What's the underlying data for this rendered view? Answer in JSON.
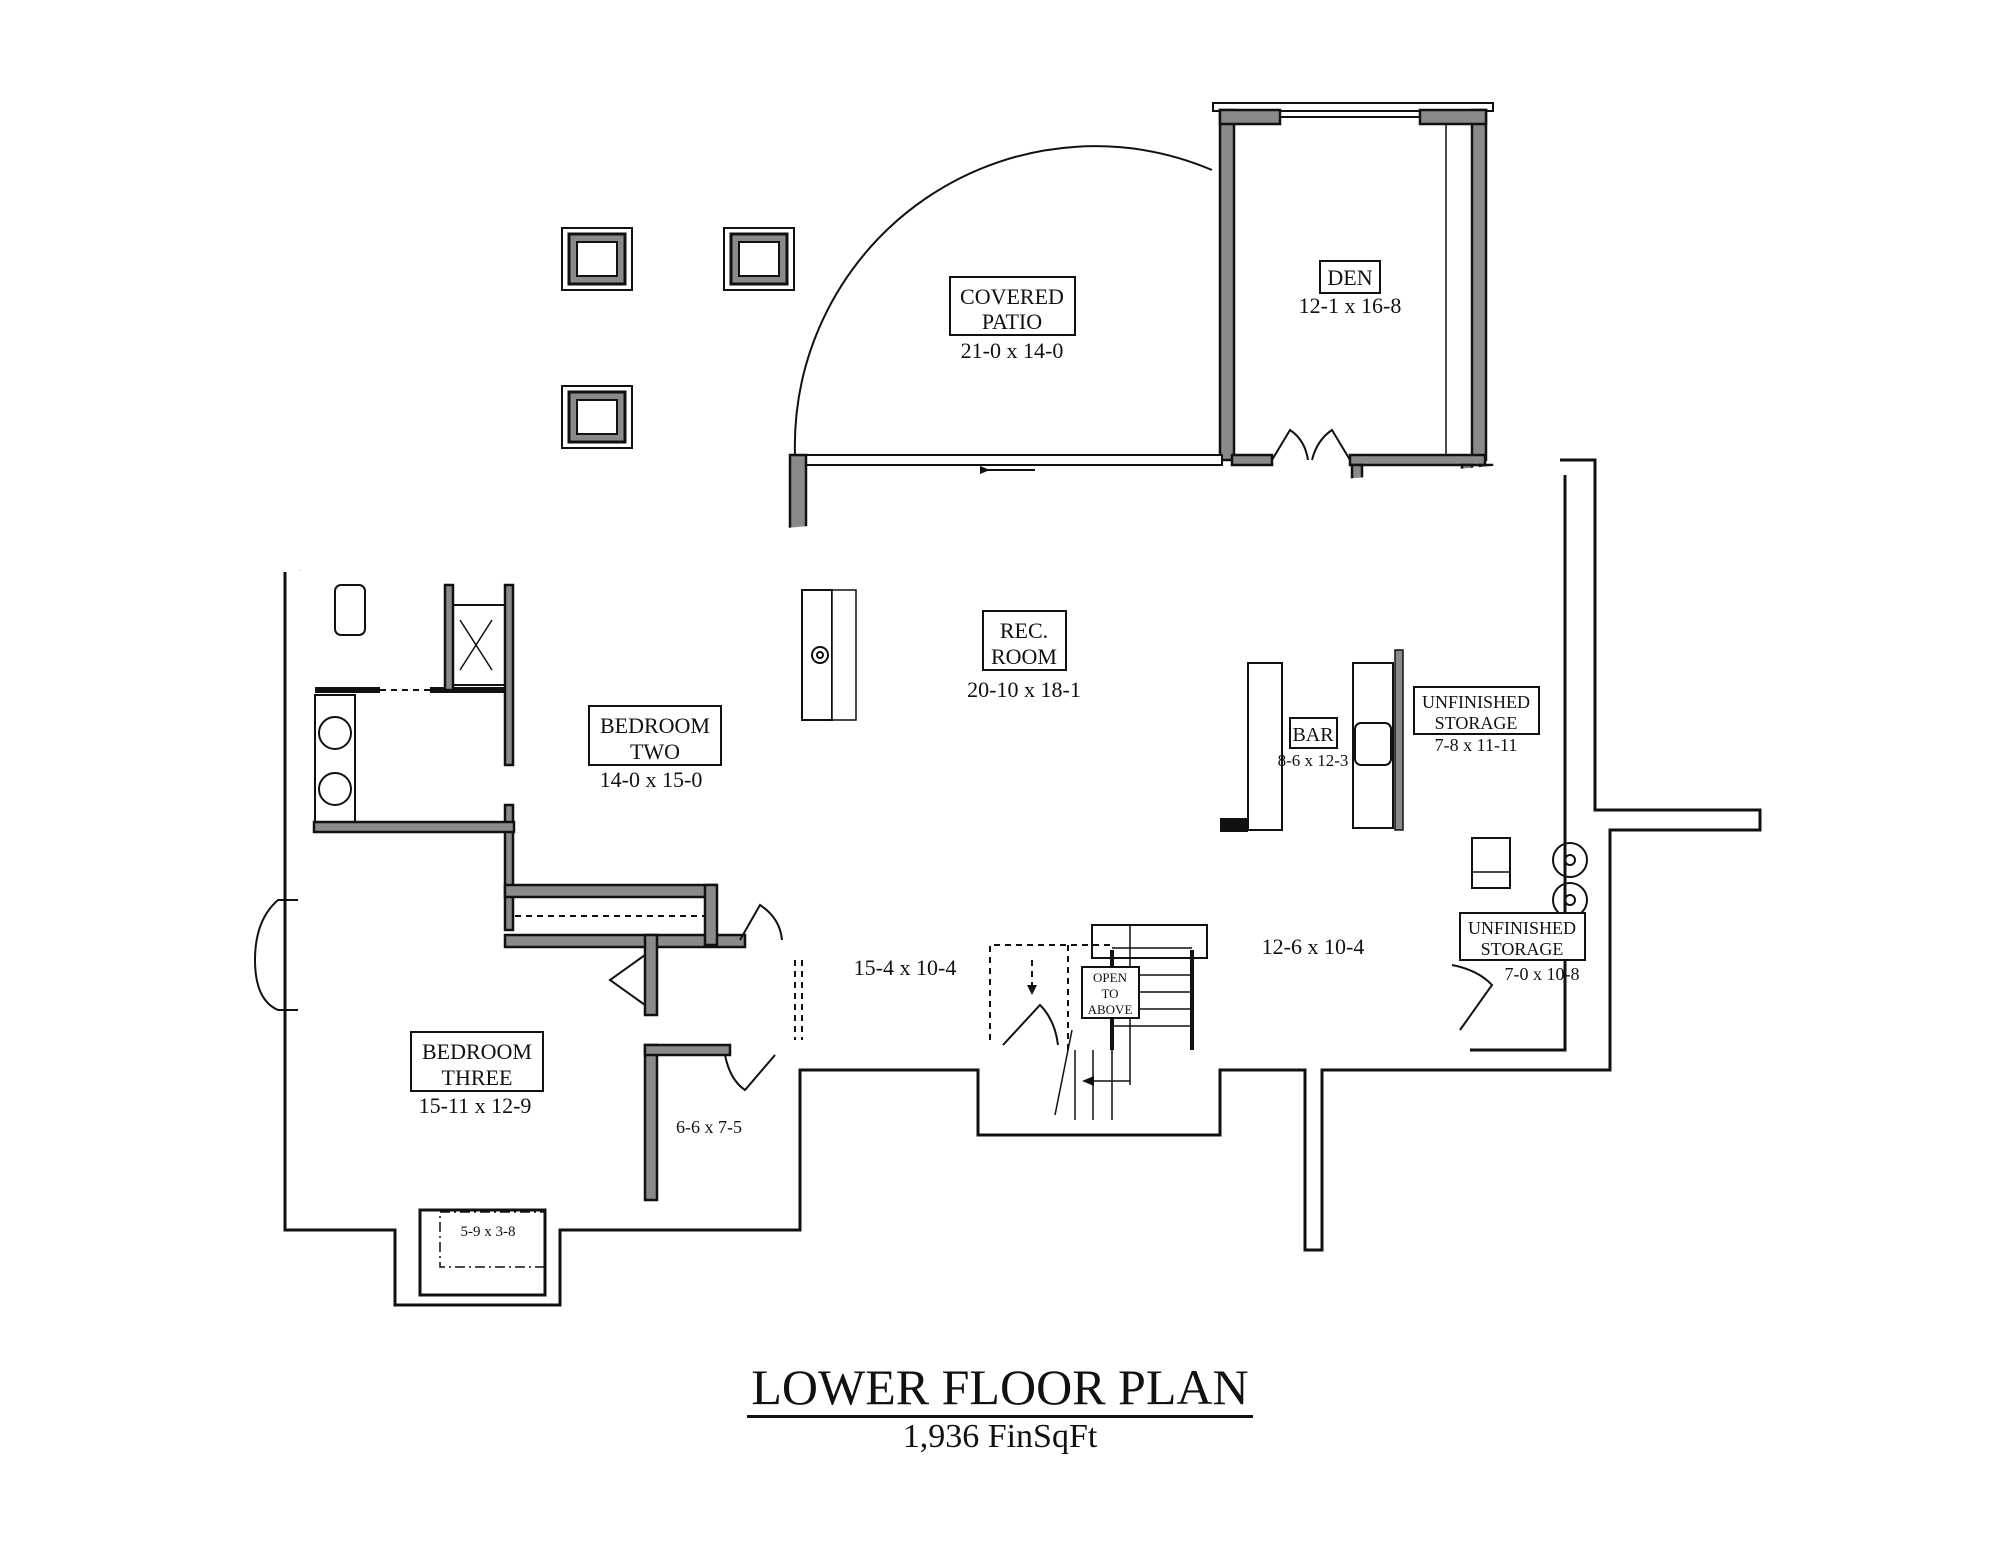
{
  "title": "LOWER FLOOR PLAN",
  "subtitle": "1,936 FinSqFt",
  "rooms": [
    {
      "id": "covered-patio",
      "name_lines": [
        "COVERED",
        "PATIO"
      ],
      "dims": "21-0 x 14-0"
    },
    {
      "id": "den",
      "name_lines": [
        "DEN"
      ],
      "dims": "12-1 x 16-8"
    },
    {
      "id": "rec-room",
      "name_lines": [
        "REC.",
        "ROOM"
      ],
      "dims": "20-10 x 18-1"
    },
    {
      "id": "bar",
      "name_lines": [
        "BAR"
      ],
      "dims": "8-6 x 12-3"
    },
    {
      "id": "unfinished-storage-1",
      "name_lines": [
        "UNFINISHED",
        "STORAGE"
      ],
      "dims": "7-8 x 11-11"
    },
    {
      "id": "unfinished-storage-2",
      "name_lines": [
        "UNFINISHED",
        "STORAGE"
      ],
      "dims": "7-0 x 10-8"
    },
    {
      "id": "bedroom-two",
      "name_lines": [
        "BEDROOM",
        "TWO"
      ],
      "dims": "14-0 x 15-0"
    },
    {
      "id": "bedroom-three",
      "name_lines": [
        "BEDROOM",
        "THREE"
      ],
      "dims": "15-11 x 12-9"
    },
    {
      "id": "stair-note",
      "name_lines": [
        "OPEN",
        "TO",
        "ABOVE"
      ],
      "dims": ""
    }
  ],
  "unlabeled_dims": [
    {
      "id": "hall-left",
      "dims": "15-4 x 10-4"
    },
    {
      "id": "hall-right",
      "dims": "12-6 x 10-4"
    },
    {
      "id": "closet",
      "dims": "6-6 x 7-5"
    },
    {
      "id": "window-well",
      "dims": "5-9 x 3-8"
    }
  ]
}
